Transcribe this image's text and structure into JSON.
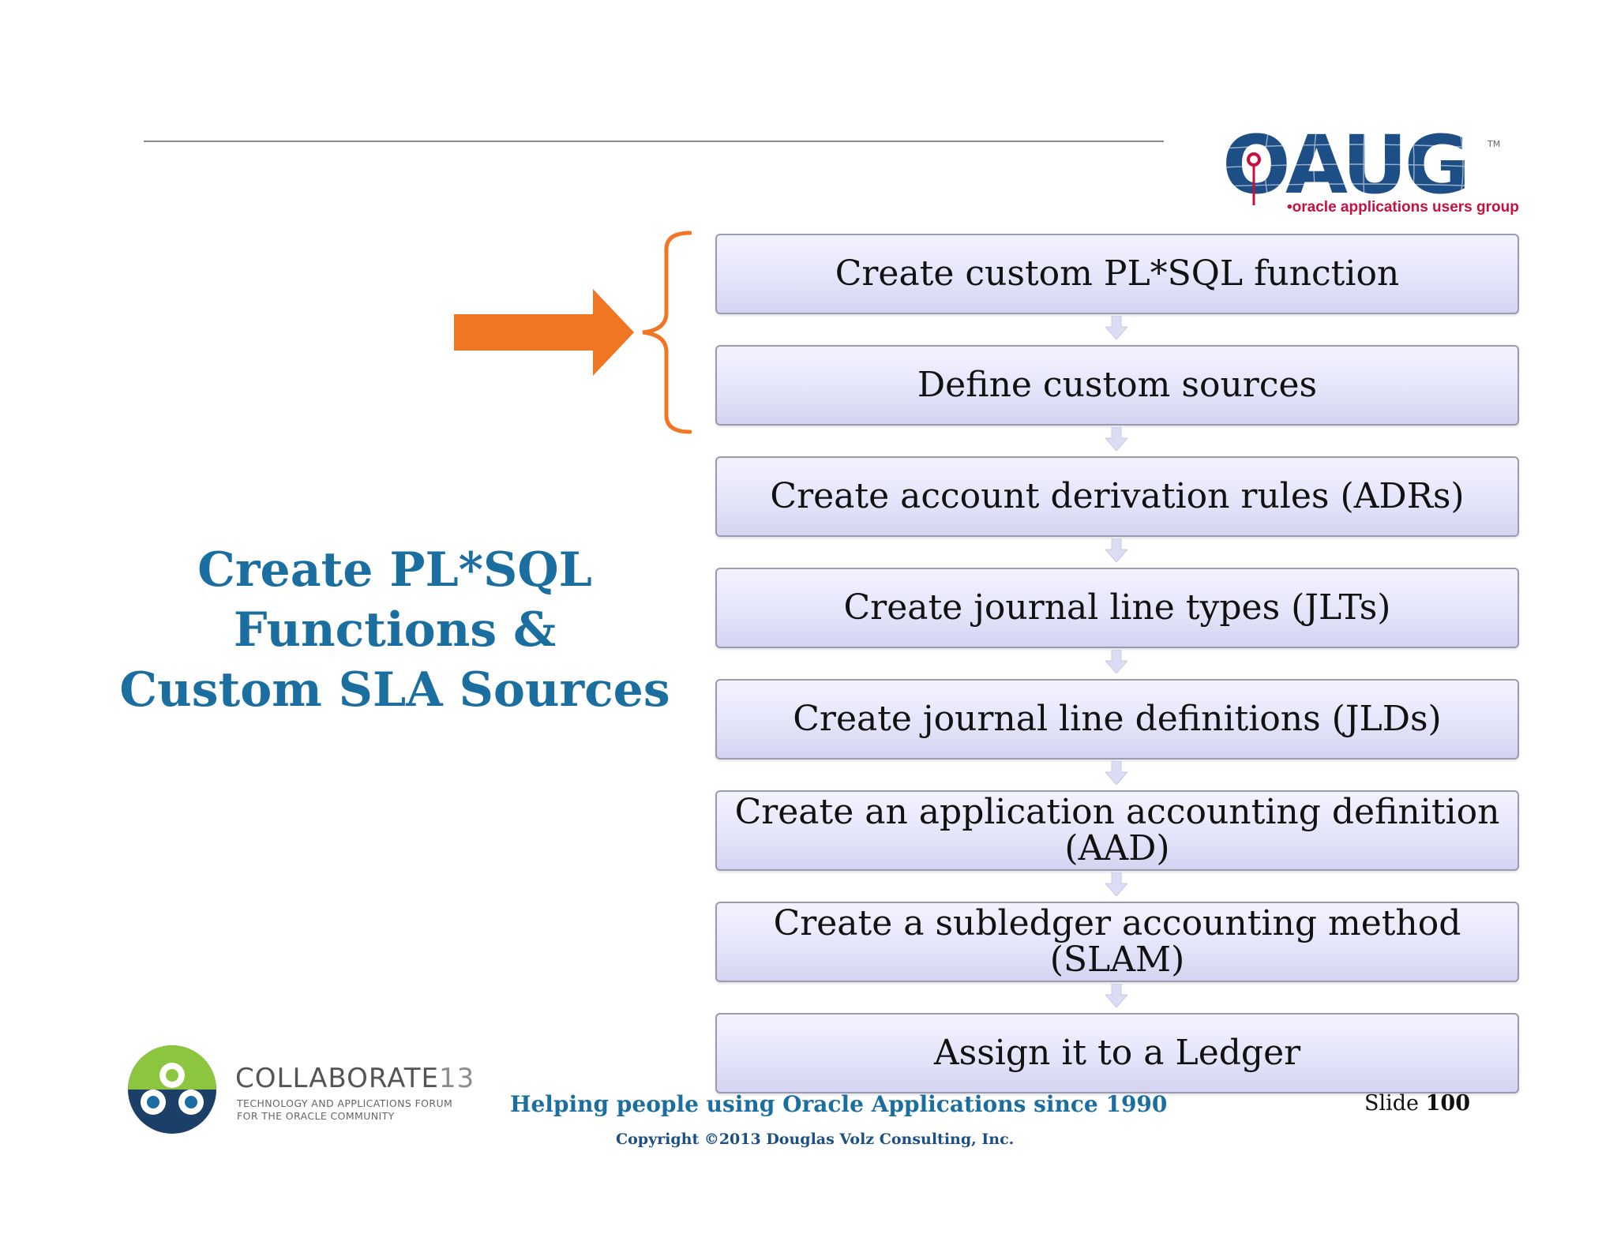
{
  "logo": {
    "letters": "OAUG",
    "trademark": "TM",
    "tagline": "oracle applications users group",
    "color": "#1d4f86",
    "tagline_color": "#c8103e"
  },
  "title": "Create PL*SQL\nFunctions &\nCustom SLA Sources",
  "highlight": {
    "arrow_color": "#f07623",
    "brace_color": "#f07623",
    "marks_steps": [
      1,
      2
    ]
  },
  "steps": [
    "Create custom PL*SQL function",
    "Define custom sources",
    "Create account derivation rules (ADRs)",
    "Create journal line types (JLTs)",
    "Create journal line definitions (JLDs)",
    "Create an application accounting definition (AAD)",
    "Create a subledger accounting method (SLAM)",
    "Assign it to a Ledger"
  ],
  "footer": {
    "collab_name": "COLLABORATE",
    "collab_number": "13",
    "collab_subtitle": "TECHNOLOGY AND APPLICATIONS FORUM\nFOR THE ORACLE COMMUNITY",
    "tagline": "Helping people using Oracle Applications since 1990",
    "copyright": "Copyright ©2013 Douglas Volz Consulting, Inc.",
    "slide_label": "Slide",
    "slide_number": "100"
  },
  "colors": {
    "title": "#1b6fa0",
    "step_fill": "#e6e6fb",
    "step_border": "#9a9ab0"
  }
}
